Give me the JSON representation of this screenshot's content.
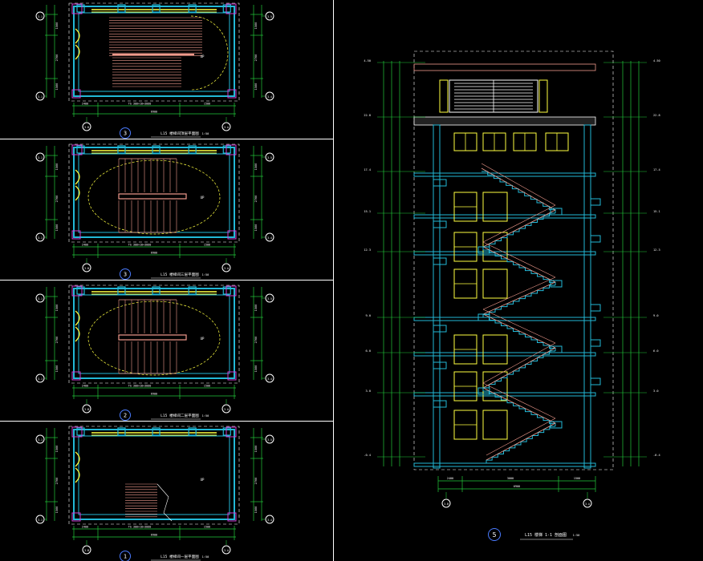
{
  "drawing": {
    "colors": {
      "background": "#000000",
      "dim": "#21c93a",
      "wall": "#22b8d6",
      "stair": "#f09a8c",
      "window": "#ffff40",
      "annotation": "#ffffff",
      "column": "#d13bd1",
      "circle": "#4a7bff"
    },
    "plans": [
      {
        "num": "3",
        "title": "L15 楼梯间顶层平面图",
        "scale": "1:50"
      },
      {
        "num": "3",
        "title": "L15 楼梯间三层平面图",
        "scale": "1:50"
      },
      {
        "num": "2",
        "title": "L15 楼梯间二层平面图",
        "scale": "1:50"
      },
      {
        "num": "1",
        "title": "L15 楼梯间一层平面图",
        "scale": "1:50"
      }
    ],
    "plan_labels": {
      "axis_top_left": "3-1",
      "axis_top_right": "3-5",
      "axis_bot_left": "3-1",
      "axis_bot_right": "3-4",
      "grid_bottom_left": "3-B",
      "grid_bottom_right": "3-A",
      "dim_left": "2400",
      "dim_mid": "TG 300×10=3000",
      "dim_right": "1500",
      "dim_total": "6900",
      "dim_v1": "1500",
      "dim_v2": "2700",
      "dim_v3": "1500",
      "stair_up": "UP"
    },
    "section": {
      "num": "5",
      "title": "L15 楼梯 1-1 剖面图",
      "scale": "1:50",
      "elev_left": [
        "4.50",
        "22.8",
        "17.4",
        "15.1",
        "12.3",
        "9.0",
        "6.0",
        "3.0",
        "-0.4"
      ],
      "elev_right": [
        "4.50",
        "22.8",
        "17.4",
        "15.1",
        "12.3",
        "9.0",
        "6.0",
        "3.0",
        "-0.4"
      ],
      "dim_bottom_left": "2400",
      "dim_bottom_mid": "3000",
      "dim_bottom_right": "1500",
      "dim_bottom_total": "6900",
      "grid_left": "3-B",
      "grid_right": "3-A"
    }
  }
}
